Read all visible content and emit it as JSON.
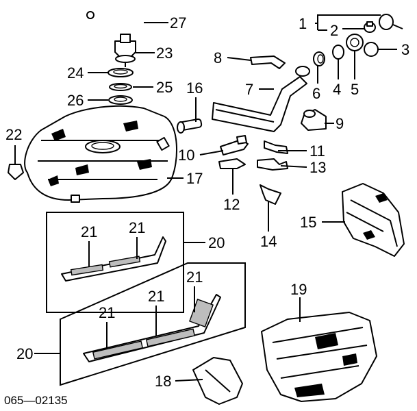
{
  "diagram": {
    "code": "065—02135",
    "labels": {
      "l1": "1",
      "l2": "2",
      "l3": "3",
      "l4": "4",
      "l5": "5",
      "l6": "6",
      "l7": "7",
      "l8": "8",
      "l9": "9",
      "l10": "10",
      "l11": "11",
      "l12": "12",
      "l13": "13",
      "l14": "14",
      "l15": "15",
      "l16": "16",
      "l17": "17",
      "l18": "18",
      "l19": "19",
      "l20a": "20",
      "l20b": "20",
      "l21a": "21",
      "l21b": "21",
      "l21c": "21",
      "l21d": "21",
      "l21e": "21",
      "l22": "22",
      "l23": "23",
      "l24": "24",
      "l25": "25",
      "l26": "26",
      "l27": "27"
    }
  }
}
